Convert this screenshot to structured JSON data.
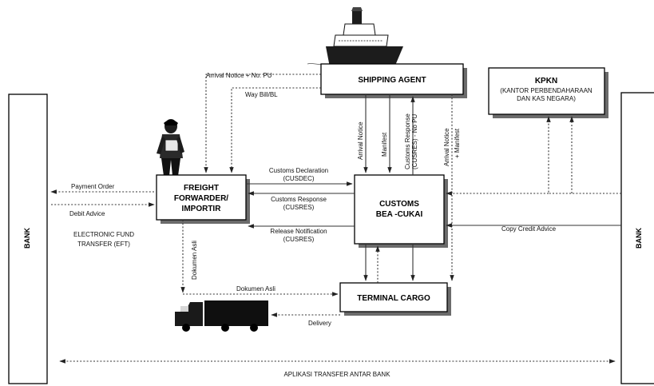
{
  "nodes": {
    "shipping_agent": "SHIPPING AGENT",
    "kpkn_title": "KPKN",
    "kpkn_sub1": "(KANTOR PERBENDAHARAAN",
    "kpkn_sub2": "DAN KAS NEGARA)",
    "freight_line1": "FREIGHT",
    "freight_line2": "FORWARDER/",
    "freight_line3": "IMPORTIR",
    "customs_line1": "CUSTOMS",
    "customs_line2": "BEA -CUKAI",
    "terminal": "TERMINAL CARGO",
    "bank_left": "BANK",
    "bank_right": "BANK"
  },
  "labels": {
    "arrival_notice_pu": "Arrival Notice + No. PU",
    "way_bill": "Way Bill/BL",
    "arrival_notice": "Arrival Notice",
    "manifest": "Manifest",
    "customs_response_pu_1": "Customs Response",
    "customs_response_pu_2": "(CUSRES) - No PU",
    "arrival_manifest_1": "Arrival Notice",
    "arrival_manifest_2": "+ Manifest",
    "customs_declaration_1": "Customs Declaration",
    "customs_declaration_2": "(CUSDEC)",
    "customs_response_1": "Customs Response",
    "customs_response_2": "(CUSRES)",
    "release_notification_1": "Release Notification",
    "release_notification_2": "(CUSRES)",
    "payment_order": "Payment Order",
    "debit_advice": "Debit Advice",
    "eft_1": "ELECTRONIC FUND",
    "eft_2": "TRANSFER (EFT)",
    "dokumen_asli_vertical": "Dokumen Asli",
    "dokumen_asli": "Dokumen Asli",
    "copy_credit_advice": "Copy Credit Advice",
    "delivery": "Delivery",
    "aplikasi": "APLIKASI TRANSFER ANTAR BANK"
  },
  "icons": [
    "ship-icon",
    "person-icon",
    "truck-icon"
  ]
}
